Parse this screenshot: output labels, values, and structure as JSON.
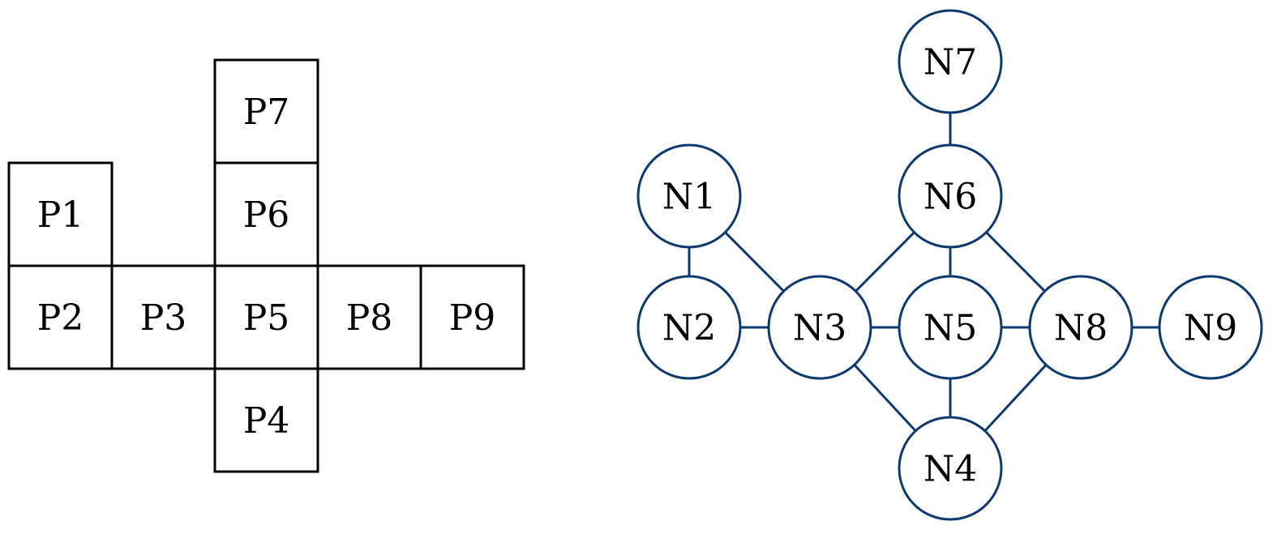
{
  "colors": {
    "grid_stroke": "#000000",
    "graph_stroke": "#0d3a6e",
    "fill": "#ffffff"
  },
  "grid": {
    "cells": [
      {
        "id": "P7",
        "label": "P7"
      },
      {
        "id": "P1",
        "label": "P1"
      },
      {
        "id": "P6",
        "label": "P6"
      },
      {
        "id": "P2",
        "label": "P2"
      },
      {
        "id": "P3",
        "label": "P3"
      },
      {
        "id": "P5",
        "label": "P5"
      },
      {
        "id": "P8",
        "label": "P8"
      },
      {
        "id": "P9",
        "label": "P9"
      },
      {
        "id": "P4",
        "label": "P4"
      }
    ]
  },
  "graph": {
    "nodes": [
      {
        "id": "N7",
        "label": "N7"
      },
      {
        "id": "N1",
        "label": "N1"
      },
      {
        "id": "N6",
        "label": "N6"
      },
      {
        "id": "N2",
        "label": "N2"
      },
      {
        "id": "N3",
        "label": "N3"
      },
      {
        "id": "N5",
        "label": "N5"
      },
      {
        "id": "N8",
        "label": "N8"
      },
      {
        "id": "N9",
        "label": "N9"
      },
      {
        "id": "N4",
        "label": "N4"
      }
    ],
    "edges": [
      [
        "N7",
        "N6"
      ],
      [
        "N1",
        "N2"
      ],
      [
        "N1",
        "N3"
      ],
      [
        "N6",
        "N3"
      ],
      [
        "N6",
        "N5"
      ],
      [
        "N6",
        "N8"
      ],
      [
        "N2",
        "N3"
      ],
      [
        "N3",
        "N5"
      ],
      [
        "N5",
        "N8"
      ],
      [
        "N8",
        "N9"
      ],
      [
        "N3",
        "N4"
      ],
      [
        "N5",
        "N4"
      ],
      [
        "N8",
        "N4"
      ]
    ]
  }
}
